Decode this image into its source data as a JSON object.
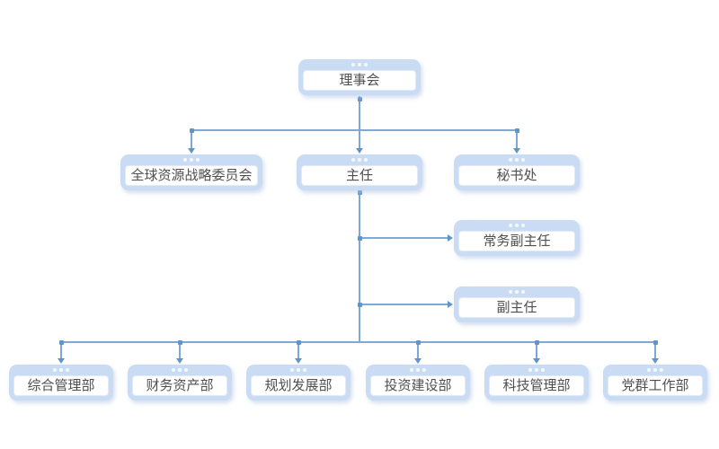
{
  "org_chart": {
    "type": "org-tree",
    "root": {
      "label": "理事会"
    },
    "level2": {
      "committee": {
        "label": "全球资源战略委员会"
      },
      "director": {
        "label": "主任"
      },
      "secretariat": {
        "label": "秘书处"
      }
    },
    "director_reports": {
      "executive_deputy_director": {
        "label": "常务副主任"
      },
      "deputy_director": {
        "label": "副主任"
      }
    },
    "departments": [
      {
        "label": "综合管理部"
      },
      {
        "label": "财务资产部"
      },
      {
        "label": "规划发展部"
      },
      {
        "label": "投资建设部"
      },
      {
        "label": "科技管理部"
      },
      {
        "label": "党群工作部"
      }
    ],
    "edges": [
      {
        "from": "理事会",
        "to": "全球资源战略委员会"
      },
      {
        "from": "理事会",
        "to": "主任"
      },
      {
        "from": "理事会",
        "to": "秘书处"
      },
      {
        "from": "主任",
        "to": "常务副主任"
      },
      {
        "from": "主任",
        "to": "副主任"
      },
      {
        "from": "主任",
        "to": "综合管理部"
      },
      {
        "from": "主任",
        "to": "财务资产部"
      },
      {
        "from": "主任",
        "to": "规划发展部"
      },
      {
        "from": "主任",
        "to": "投资建设部"
      },
      {
        "from": "主任",
        "to": "科技管理部"
      },
      {
        "from": "主任",
        "to": "党群工作部"
      }
    ],
    "colors": {
      "box_frame": "#c9dcf3",
      "box_inner_bg": "#ffffff",
      "box_inner_border": "#e2eaf6",
      "connector_line": "#7fa9d4",
      "connector_marker": "#6095ca",
      "label_text": "#4f4f4f"
    }
  }
}
